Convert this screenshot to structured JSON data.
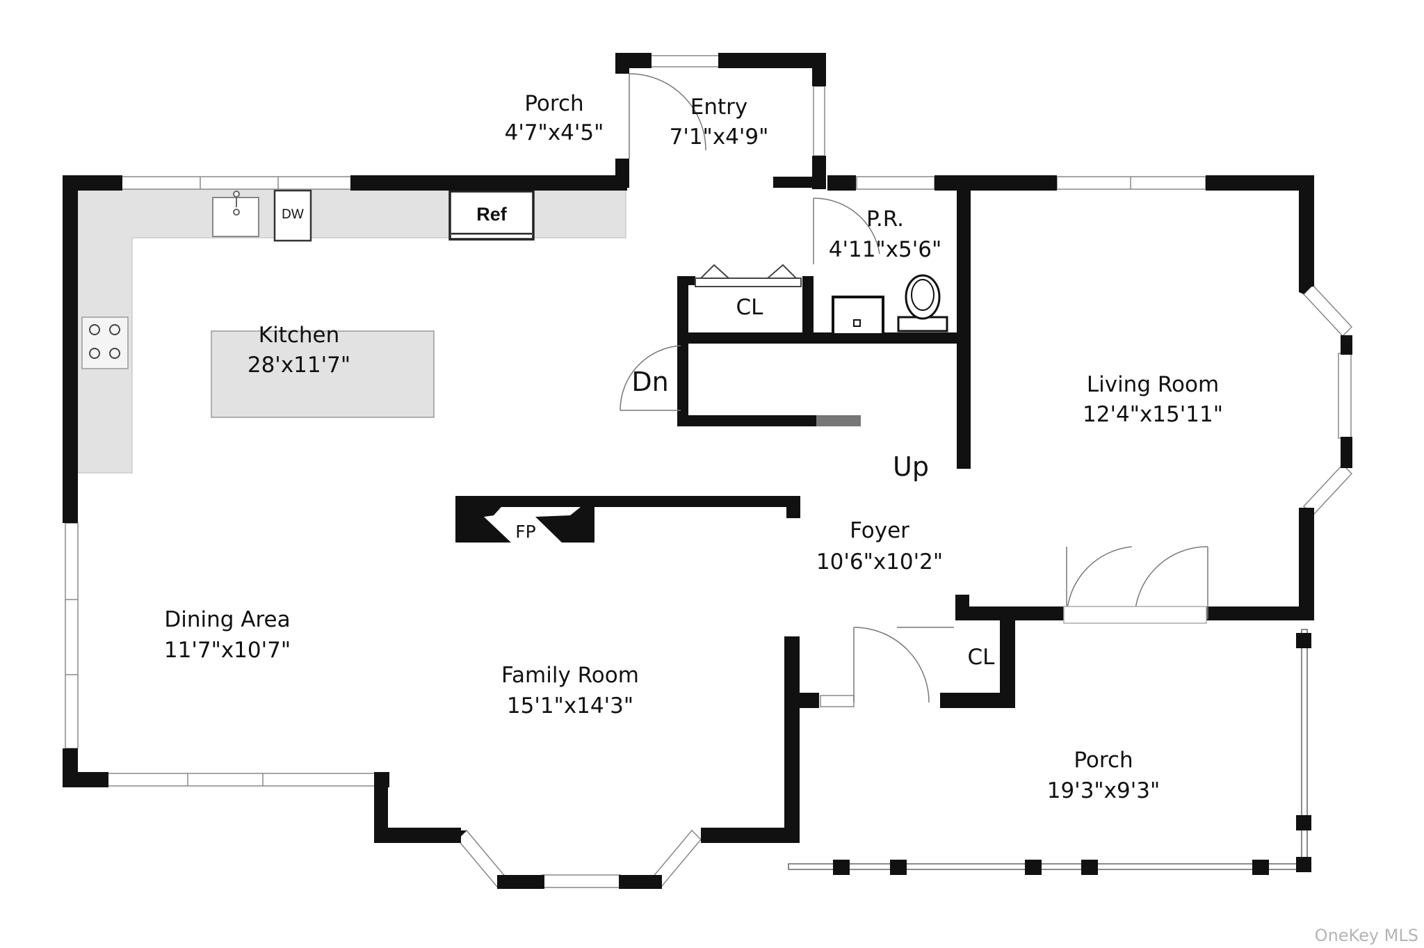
{
  "plan": {
    "rooms": [
      {
        "name": "Porch",
        "size": "4'7\"x4'5\""
      },
      {
        "name": "Entry",
        "size": "7'1\"x4'9\""
      },
      {
        "name": "P.R.",
        "size": "4'11\"x5'6\""
      },
      {
        "name": "Kitchen",
        "size": "28'x11'7\""
      },
      {
        "name": "Living Room",
        "size": "12'4\"x15'11\""
      },
      {
        "name": "Foyer",
        "size": "10'6\"x10'2\""
      },
      {
        "name": "Dining Area",
        "size": "11'7\"x10'7\""
      },
      {
        "name": "Family Room",
        "size": "15'1\"x14'3\""
      },
      {
        "name": "Porch",
        "size": "19'3\"x9'3\""
      }
    ],
    "marks": {
      "closet_upper": "CL",
      "closet_lower": "CL",
      "down": "Dn",
      "up": "Up",
      "fireplace": "FP",
      "refrigerator": "Ref",
      "dishwasher": "DW"
    },
    "watermark": "OneKey MLS"
  }
}
